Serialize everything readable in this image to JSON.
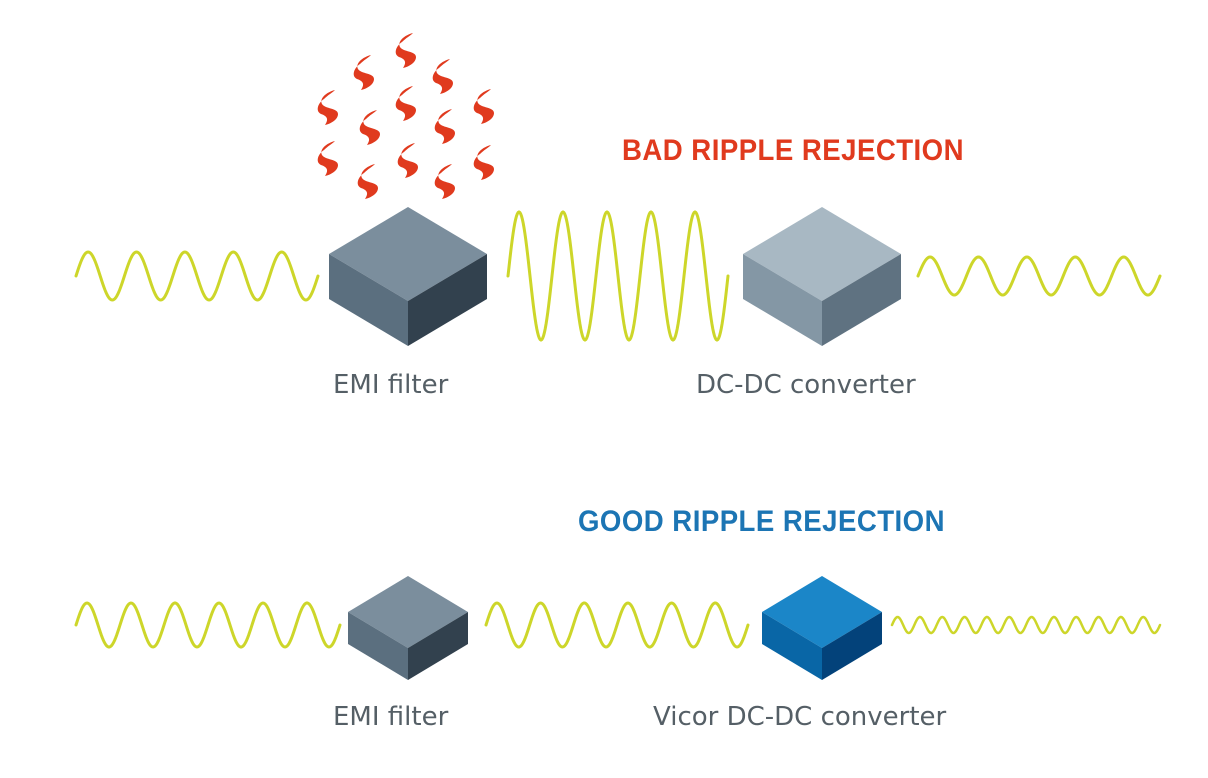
{
  "bad_section": {
    "heading": "BAD RIPPLE REJECTION",
    "emi_label": "EMI filter",
    "converter_label": "DC-DC converter"
  },
  "good_section": {
    "heading": "GOOD RIPPLE REJECTION",
    "emi_label": "EMI filter",
    "converter_label": "Vicor DC-DC converter"
  },
  "colors": {
    "wave": "#cdd62a",
    "heat": "#e03a1e",
    "bad_heading": "#e03a1e",
    "good_heading": "#1c75b4",
    "emi_box": "dark-slate",
    "generic_converter_box": "light-slate",
    "vicor_converter_box": "blue"
  },
  "icons": [
    "heat-icon",
    "emi-filter-box-icon",
    "converter-box-icon",
    "ripple-wave-icon"
  ]
}
